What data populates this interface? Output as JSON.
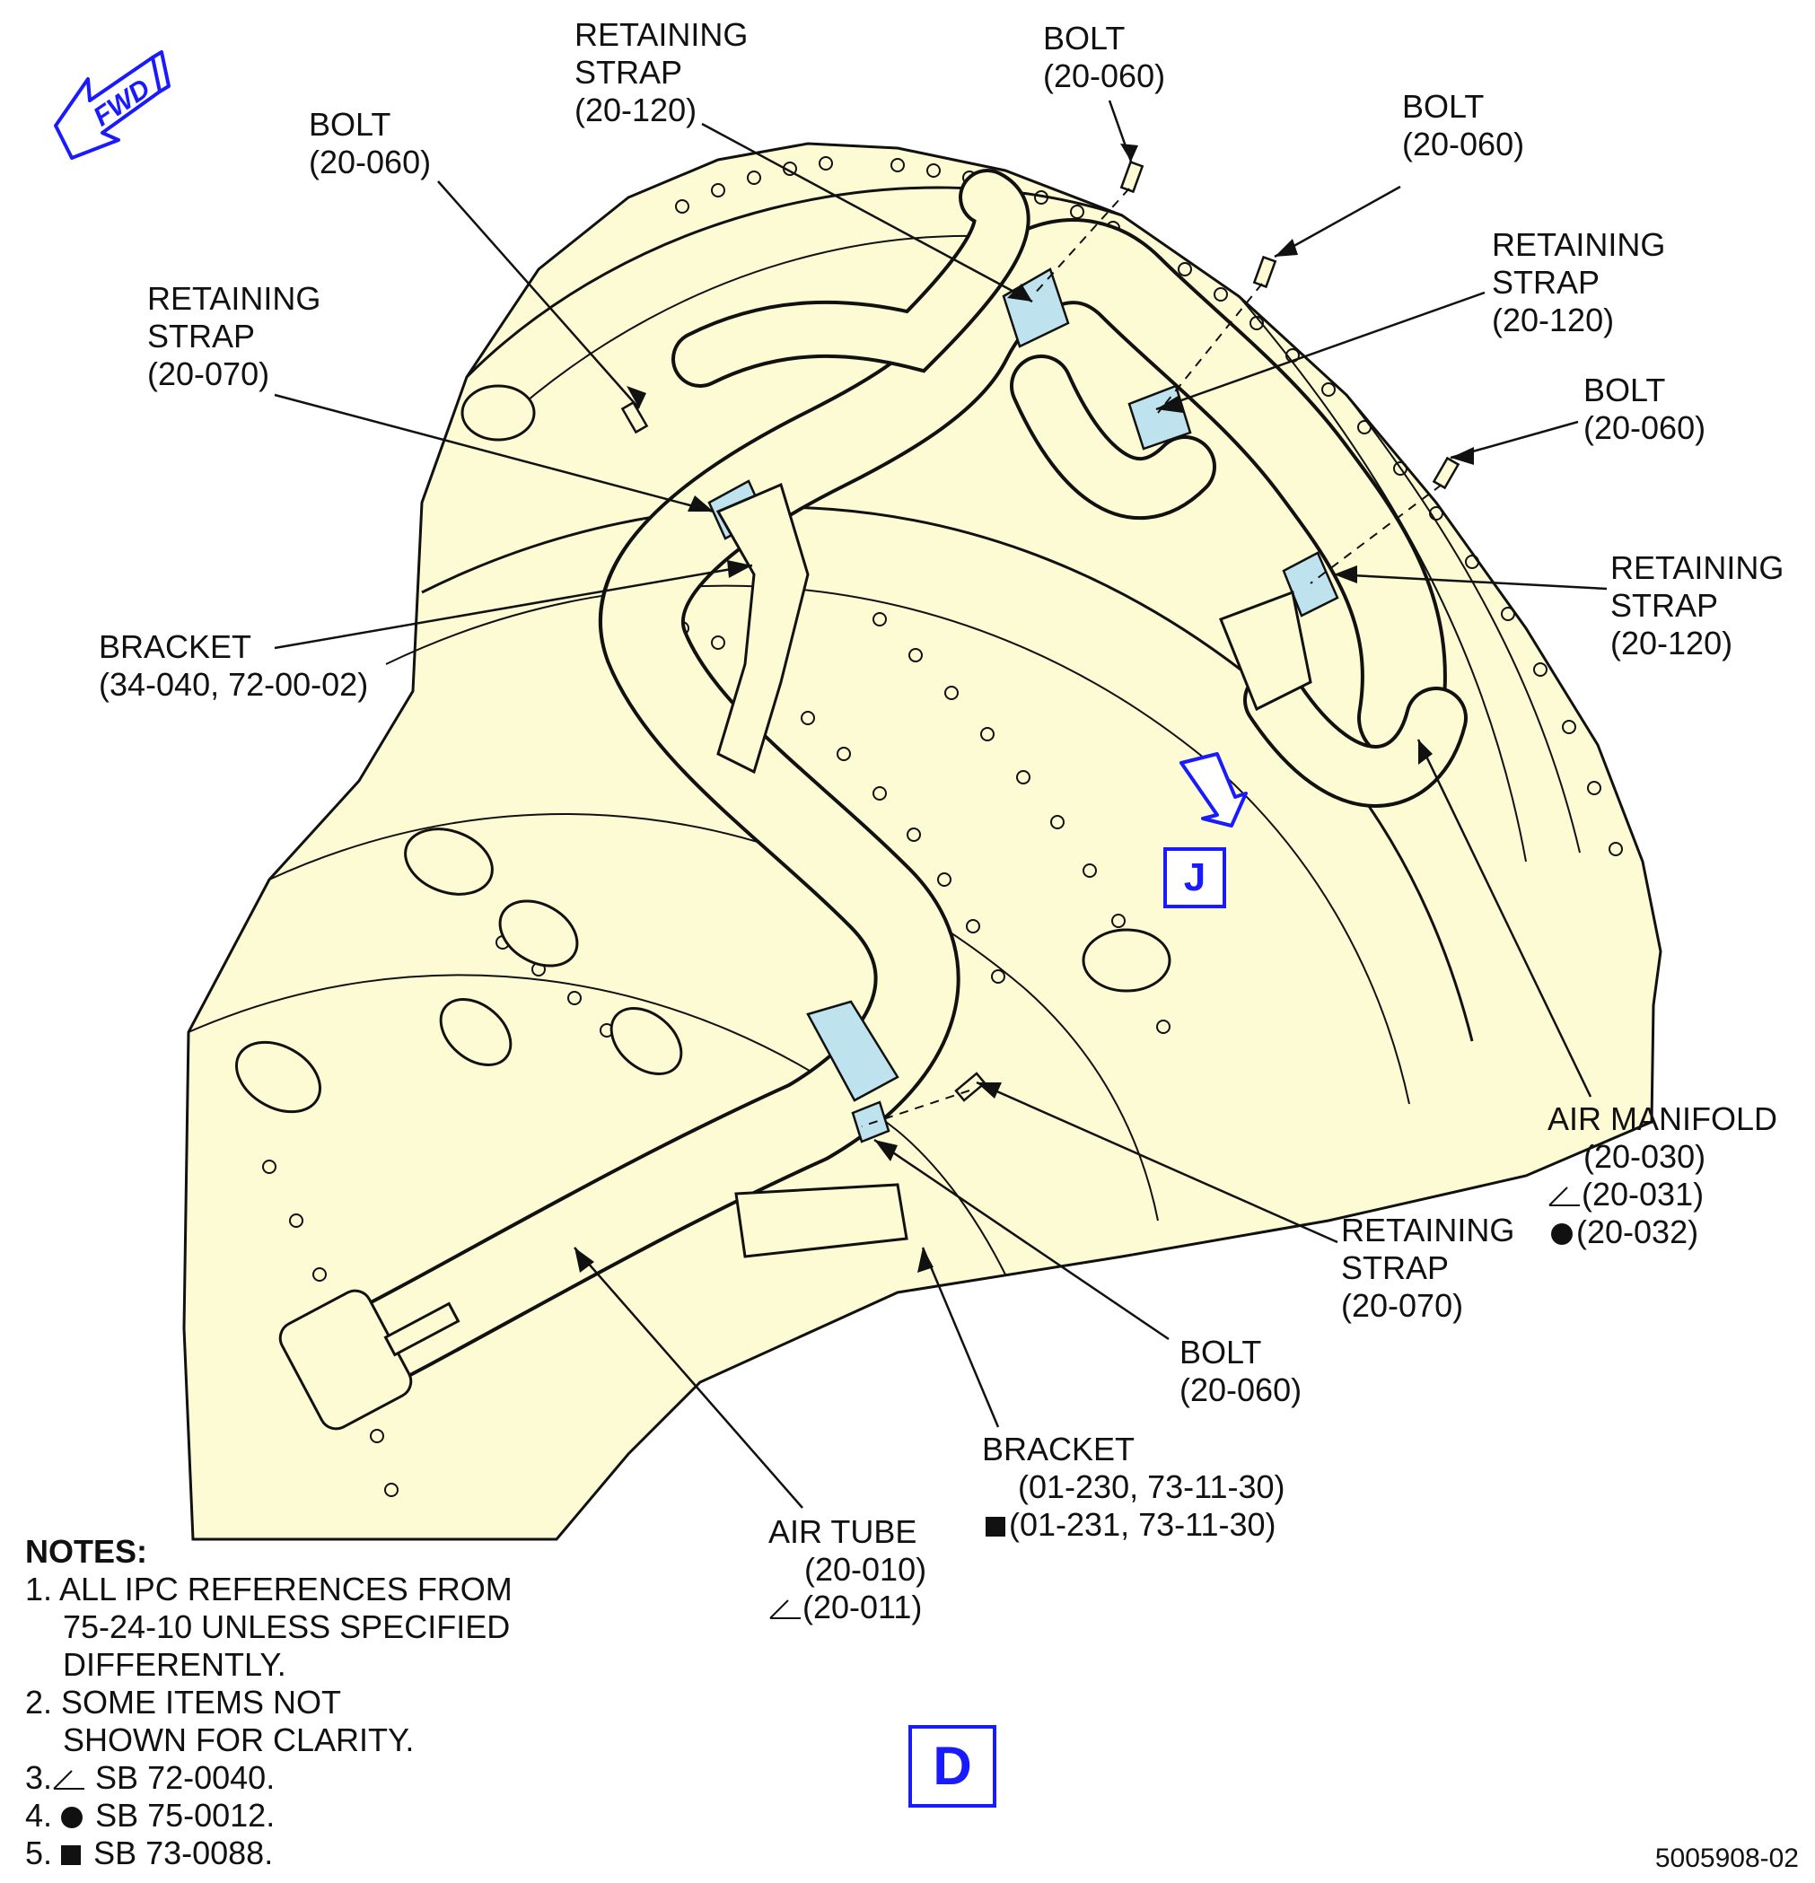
{
  "labels": {
    "bolt_top_left": {
      "name": "BOLT",
      "ref": "(20-060)"
    },
    "strap_top_center": {
      "l1": "RETAINING",
      "l2": "STRAP",
      "ref": "(20-120)"
    },
    "bolt_top_center": {
      "name": "BOLT",
      "ref": "(20-060)"
    },
    "bolt_top_right": {
      "name": "BOLT",
      "ref": "(20-060)"
    },
    "strap_right_upper": {
      "l1": "RETAINING",
      "l2": "STRAP",
      "ref": "(20-120)"
    },
    "strap_left": {
      "l1": "RETAINING",
      "l2": "STRAP",
      "ref": "(20-070)"
    },
    "bolt_right": {
      "name": "BOLT",
      "ref": "(20-060)"
    },
    "strap_right_middle": {
      "l1": "RETAINING",
      "l2": "STRAP",
      "ref": "(20-120)"
    },
    "bracket_left": {
      "name": "BRACKET",
      "ref": "(34-040, 72-00-02)"
    },
    "air_manifold": {
      "name": "AIR MANIFOLD",
      "ref1": "(20-030)",
      "ref2": "(20-031)",
      "ref3": "(20-032)"
    },
    "strap_bottom": {
      "l1": "RETAINING",
      "l2": "STRAP",
      "ref": "(20-070)"
    },
    "bolt_bottom": {
      "name": "BOLT",
      "ref": "(20-060)"
    },
    "bracket_bottom": {
      "name": "BRACKET",
      "ref1": "(01-230, 73-11-30)",
      "ref2": "(01-231, 73-11-30)"
    },
    "air_tube": {
      "name": "AIR TUBE",
      "ref1": "(20-010)",
      "ref2": "(20-011)"
    }
  },
  "notes": {
    "title": "NOTES:",
    "n1a": "1. ALL IPC REFERENCES FROM",
    "n1b": "75-24-10 UNLESS SPECIFIED",
    "n1c": "DIFFERENTLY.",
    "n2a": "2. SOME ITEMS NOT",
    "n2b": "SHOWN FOR CLARITY.",
    "n3_prefix": "3.",
    "n3": "SB 72-0040.",
    "n4_prefix": "4.",
    "n4": "SB 75-0012.",
    "n5_prefix": "5.",
    "n5": "SB 73-0088."
  },
  "view_markers": {
    "j": "J",
    "d": "D"
  },
  "fwd": "FWD",
  "doc_number": "5005908-02",
  "colors": {
    "engine_fill": "#fdfbd3",
    "part_highlight": "#bfe3ee",
    "outline": "#111111",
    "callout_blue": "#1a1aff"
  }
}
